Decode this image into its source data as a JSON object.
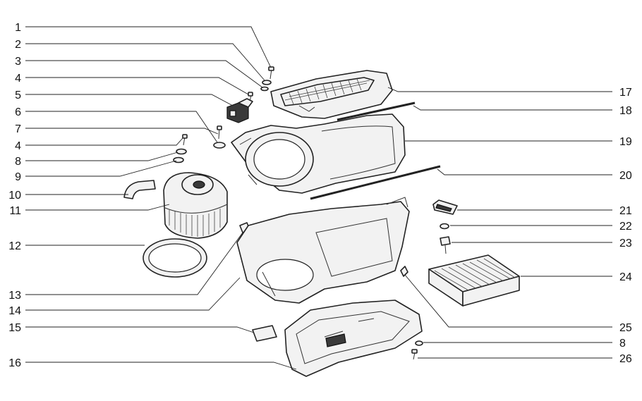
{
  "callouts_left": [
    {
      "id": "c1",
      "label": "1"
    },
    {
      "id": "c2",
      "label": "2"
    },
    {
      "id": "c3",
      "label": "3"
    },
    {
      "id": "c4a",
      "label": "4"
    },
    {
      "id": "c5",
      "label": "5"
    },
    {
      "id": "c6",
      "label": "6"
    },
    {
      "id": "c7",
      "label": "7"
    },
    {
      "id": "c4b",
      "label": "4"
    },
    {
      "id": "c8a",
      "label": "8"
    },
    {
      "id": "c9",
      "label": "9"
    },
    {
      "id": "c10",
      "label": "10"
    },
    {
      "id": "c11",
      "label": "11"
    },
    {
      "id": "c12",
      "label": "12"
    },
    {
      "id": "c13",
      "label": "13"
    },
    {
      "id": "c14",
      "label": "14"
    },
    {
      "id": "c15",
      "label": "15"
    },
    {
      "id": "c16",
      "label": "16"
    }
  ],
  "callouts_right": [
    {
      "id": "c17",
      "label": "17"
    },
    {
      "id": "c18",
      "label": "18"
    },
    {
      "id": "c19",
      "label": "19"
    },
    {
      "id": "c20",
      "label": "20"
    },
    {
      "id": "c21",
      "label": "21"
    },
    {
      "id": "c22",
      "label": "22"
    },
    {
      "id": "c23",
      "label": "23"
    },
    {
      "id": "c24",
      "label": "24"
    },
    {
      "id": "c25",
      "label": "25"
    },
    {
      "id": "c8b",
      "label": "8"
    },
    {
      "id": "c26",
      "label": "26"
    }
  ],
  "colors": {
    "line": "#222222",
    "background": "#ffffff",
    "part_fill": "#f2f2f2"
  }
}
